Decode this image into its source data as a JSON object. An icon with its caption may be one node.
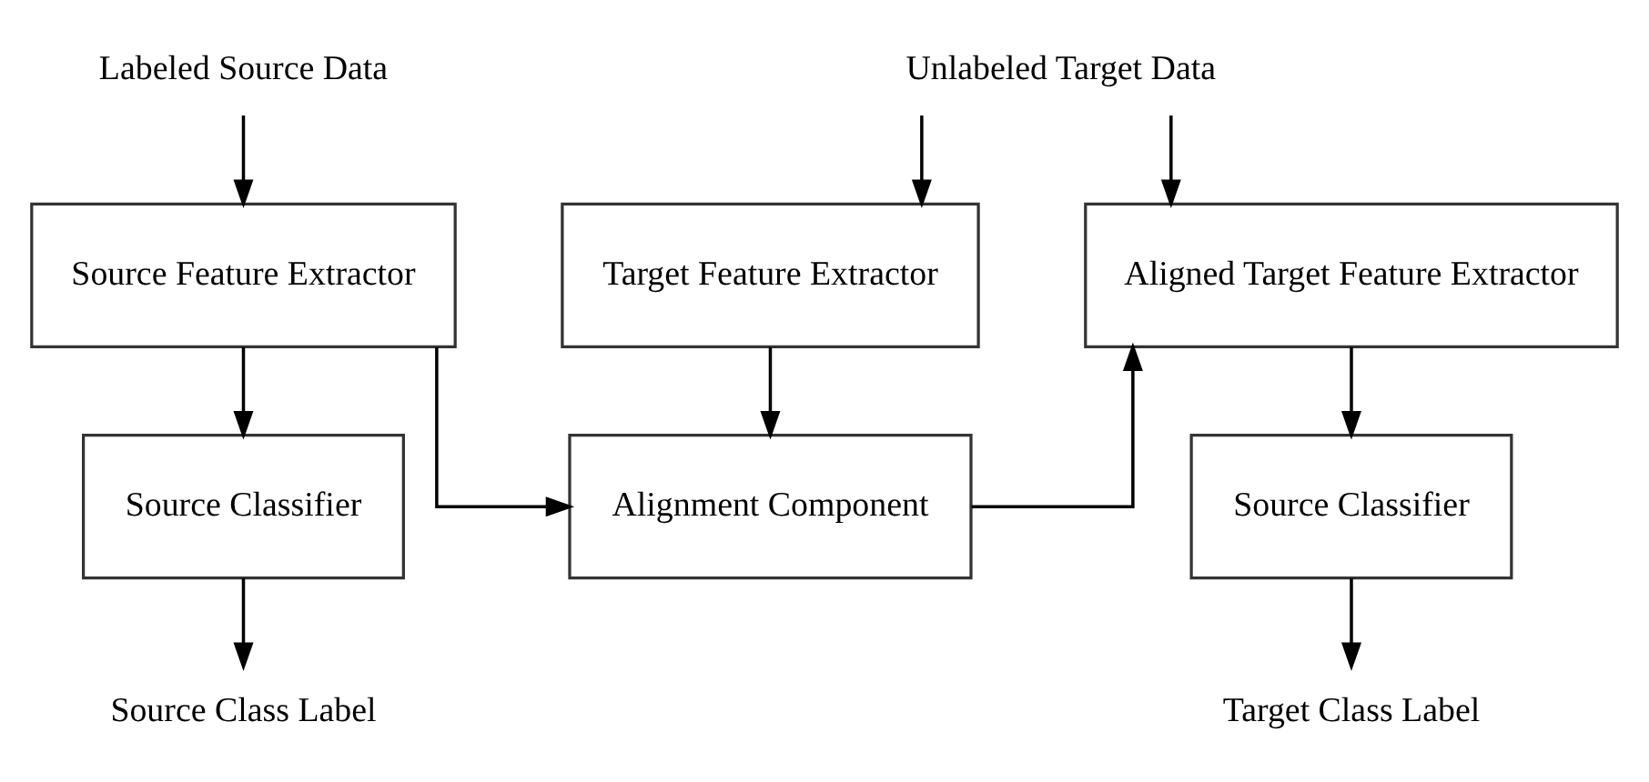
{
  "diagram": {
    "nodes": [
      {
        "text": [
          "Labeled Source Data"
        ]
      },
      {
        "text": [
          "Unlabeled Target Data"
        ]
      },
      {
        "text": [
          "Source Feature Extractor"
        ]
      },
      {
        "text": [
          "Target Feature Extractor"
        ]
      },
      {
        "text": [
          "Aligned Target Feature Extractor"
        ]
      },
      {
        "text": [
          "Source Classifier"
        ]
      },
      {
        "text": [
          "Alignment Component"
        ]
      },
      {
        "text": [
          "Source Classifier"
        ]
      },
      {
        "text": [
          "Source Class Label"
        ]
      },
      {
        "text": [
          "Target Class Label"
        ]
      }
    ],
    "edges": [
      {
        "from": 0,
        "to": 2,
        "arrow": "to"
      },
      {
        "from": 1,
        "to": 3,
        "arrow": "to"
      },
      {
        "from": 1,
        "to": 4,
        "arrow": "to"
      },
      {
        "from": 2,
        "to": 5,
        "arrow": "to"
      },
      {
        "from": 2,
        "to": 6,
        "arrow": "to"
      },
      {
        "from": 3,
        "to": 6,
        "arrow": "to"
      },
      {
        "from": 6,
        "to": 4,
        "arrow": "to"
      },
      {
        "from": 4,
        "to": 7,
        "arrow": "to"
      },
      {
        "from": 5,
        "to": 8,
        "arrow": "to"
      },
      {
        "from": 7,
        "to": 9,
        "arrow": "to"
      }
    ]
  }
}
